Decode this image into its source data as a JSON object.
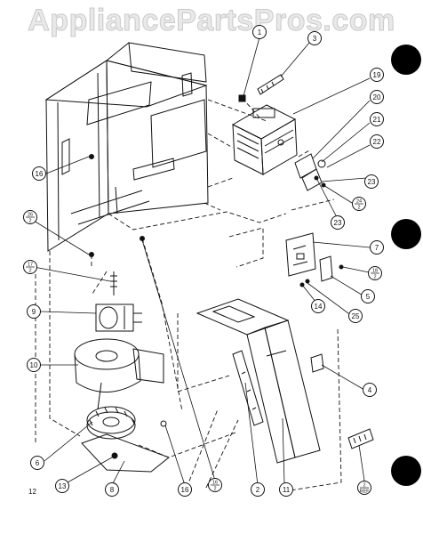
{
  "watermark": "AppliancePartsPros.com",
  "sheet_number": "12",
  "callouts": [
    {
      "id": "c1",
      "text": "1"
    },
    {
      "id": "c3",
      "text": "3"
    },
    {
      "id": "c19",
      "text": "19"
    },
    {
      "id": "c20",
      "text": "20"
    },
    {
      "id": "c21",
      "text": "21"
    },
    {
      "id": "c22",
      "text": "22"
    },
    {
      "id": "c23a",
      "text": "23"
    },
    {
      "id": "c24",
      "top": "24",
      "bottom": "2"
    },
    {
      "id": "c23b",
      "text": "23"
    },
    {
      "id": "c16a",
      "text": "16"
    },
    {
      "id": "c26",
      "top": "26",
      "bottom": "2"
    },
    {
      "id": "c7",
      "text": "7"
    },
    {
      "id": "c18",
      "top": "18",
      "bottom": "2"
    },
    {
      "id": "c5",
      "text": "5"
    },
    {
      "id": "c14",
      "text": "14"
    },
    {
      "id": "c25",
      "text": "25"
    },
    {
      "id": "c17",
      "top": "17",
      "bottom": "2"
    },
    {
      "id": "c9",
      "text": "9"
    },
    {
      "id": "c10",
      "text": "10"
    },
    {
      "id": "c4",
      "text": "4"
    },
    {
      "id": "c6",
      "text": "6"
    },
    {
      "id": "c13",
      "text": "13"
    },
    {
      "id": "c8",
      "text": "8"
    },
    {
      "id": "c16b",
      "text": "16"
    },
    {
      "id": "c16c",
      "top": "16",
      "bottom": "2"
    },
    {
      "id": "c2",
      "text": "2"
    },
    {
      "id": "c11",
      "text": "11"
    },
    {
      "id": "c2ref",
      "top": "2",
      "bottom": "REF"
    }
  ]
}
